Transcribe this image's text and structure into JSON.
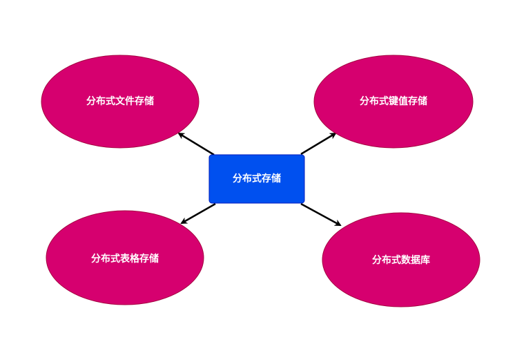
{
  "colors": {
    "ellipse": "#d6006f",
    "center": "#0050ef",
    "center_border": "#001dbc",
    "arrow": "#000000"
  },
  "center": {
    "label": "分布式存储"
  },
  "nodes": [
    {
      "id": "file",
      "label": "分布式文件存储"
    },
    {
      "id": "kv",
      "label": "分布式键值存储"
    },
    {
      "id": "table",
      "label": "分布式表格存储"
    },
    {
      "id": "db",
      "label": "分布式数据库"
    }
  ]
}
